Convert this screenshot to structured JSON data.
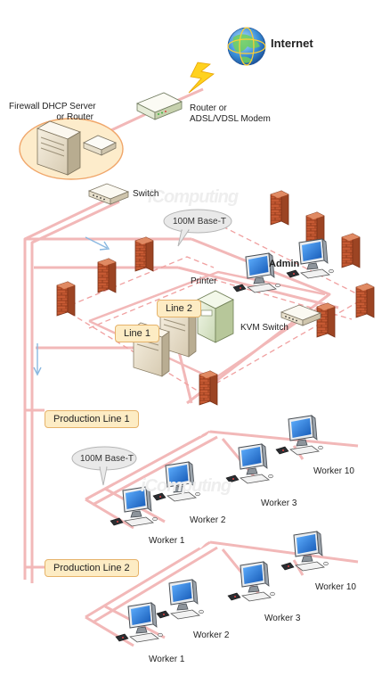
{
  "labels": {
    "internet": "Internet",
    "firewall_dhcp": "Firewall DHCP Server",
    "or_router": "or Router",
    "router_or": "Router or",
    "modem": "ADSL/VDSL Modem",
    "switch": "Switch",
    "bandwidth_top": "100M Base-T",
    "printer": "Printer",
    "admin": "Admin",
    "line2": "Line 2",
    "line1": "Line 1",
    "kvm_switch": "KVM Switch",
    "production_line_1": "Production Line 1",
    "bandwidth_mid": "100M Base-T",
    "production_line_2": "Production Line 2"
  },
  "line1_workers": {
    "w1": "Worker 1",
    "w2": "Worker 2",
    "w3": "Worker 3",
    "w10": "Worker 10"
  },
  "line2_workers": {
    "w1": "Worker 1",
    "w2": "Worker 2",
    "w3": "Worker 3",
    "w10": "Worker 10"
  },
  "watermark": "iComputing",
  "colors": {
    "cable": "#f2b8b8",
    "dashed_link": "#f0a0a0",
    "tag_fill": "#fdecc4",
    "tag_border": "#e6b36a",
    "brick": "#c0522e",
    "screen": "#1e6fc9",
    "arrow": "#8ab8e0"
  },
  "icons": [
    "globe-icon",
    "lightning-icon",
    "modem-icon",
    "server-icon",
    "switch-icon",
    "firewall-icon",
    "printer-icon",
    "monitor-icon",
    "keyboard-icon",
    "arrow-down-icon"
  ]
}
